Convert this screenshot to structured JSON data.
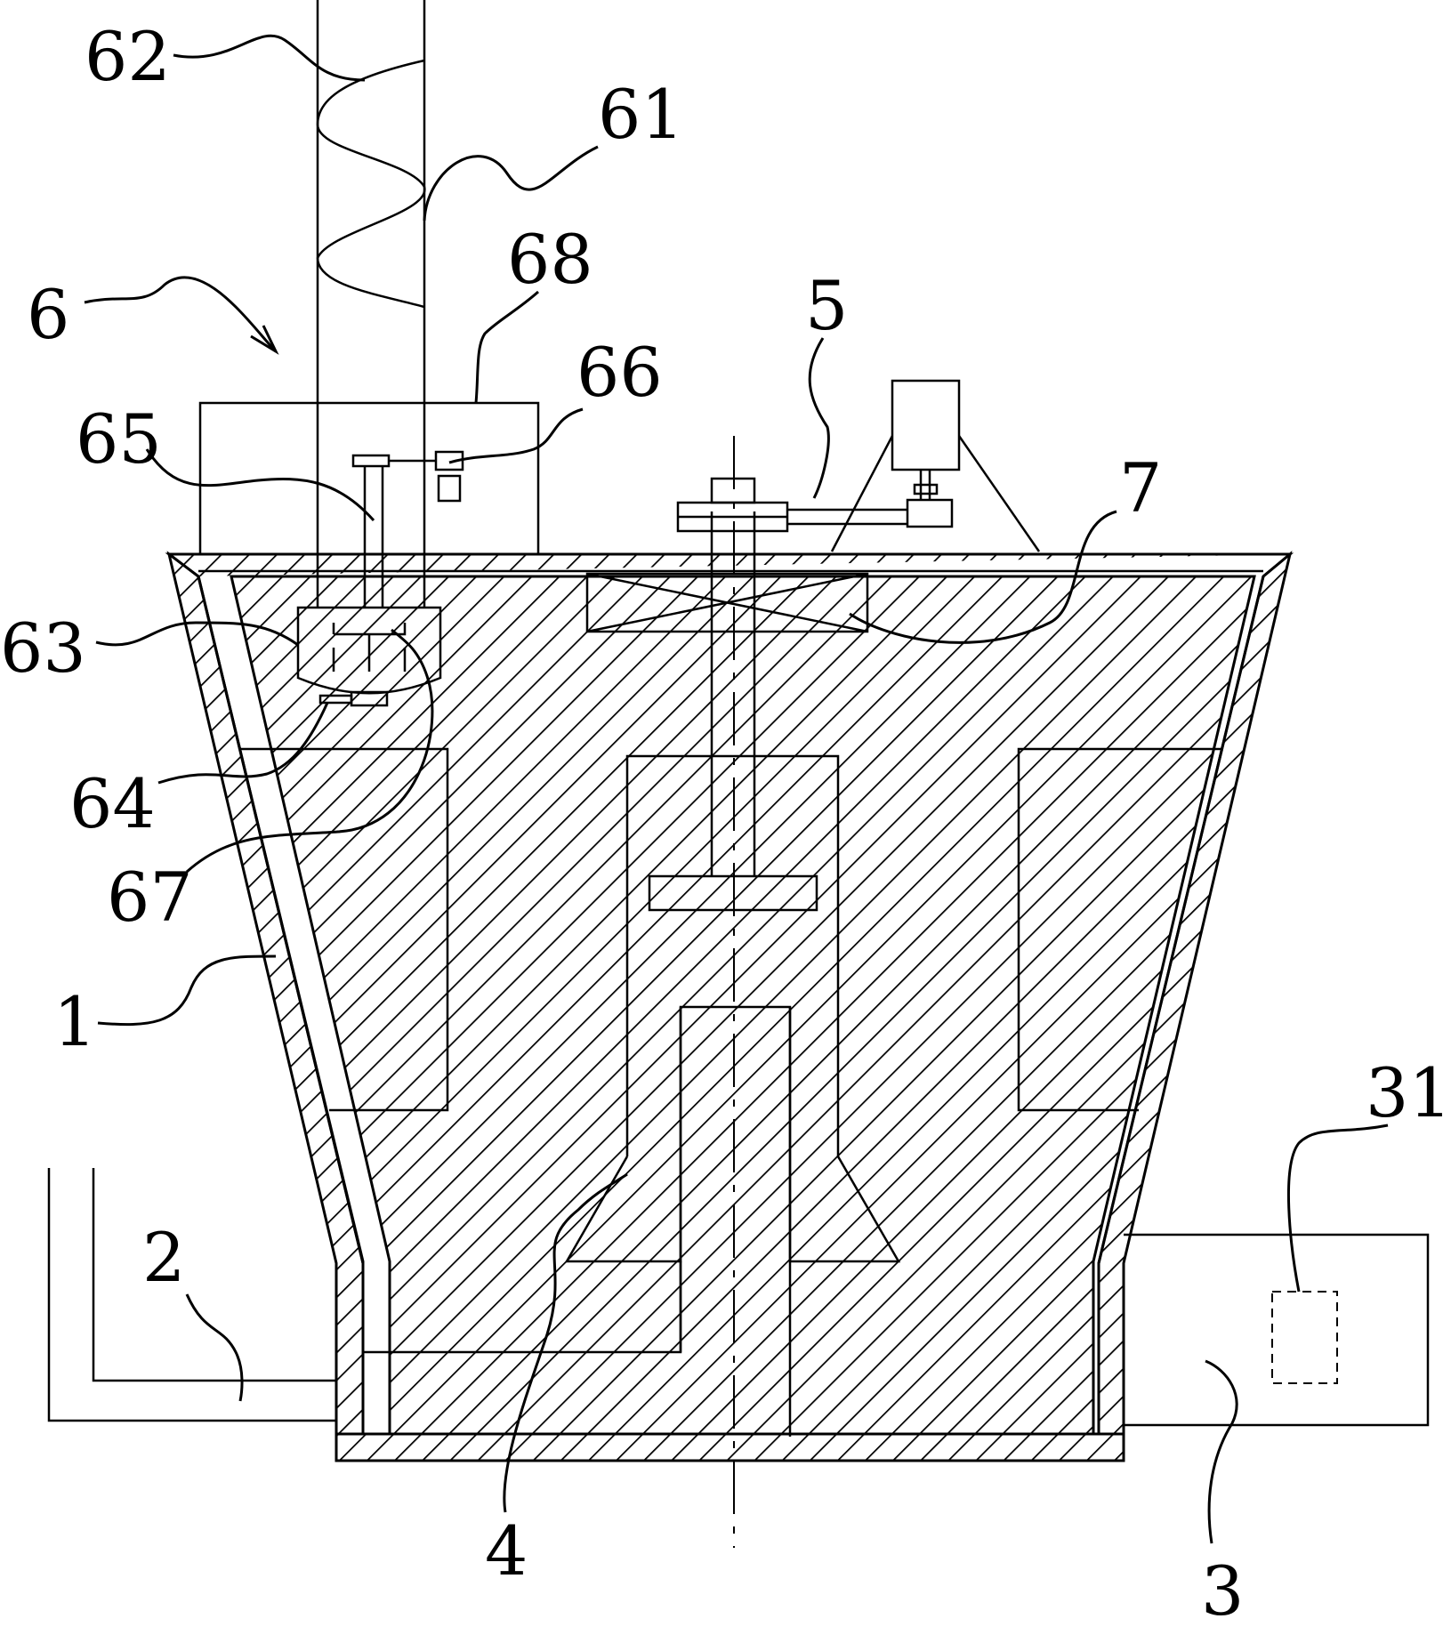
{
  "labels": {
    "l62": "62",
    "l61": "61",
    "l68": "68",
    "l6": "6",
    "l5": "5",
    "l66": "66",
    "l65": "65",
    "l7": "7",
    "l63": "63",
    "l64": "64",
    "l67": "67",
    "l1": "1",
    "l31": "31",
    "l2": "2",
    "l4": "4",
    "l3": "3"
  },
  "colors": {
    "line": "#000000",
    "background": "#ffffff"
  }
}
